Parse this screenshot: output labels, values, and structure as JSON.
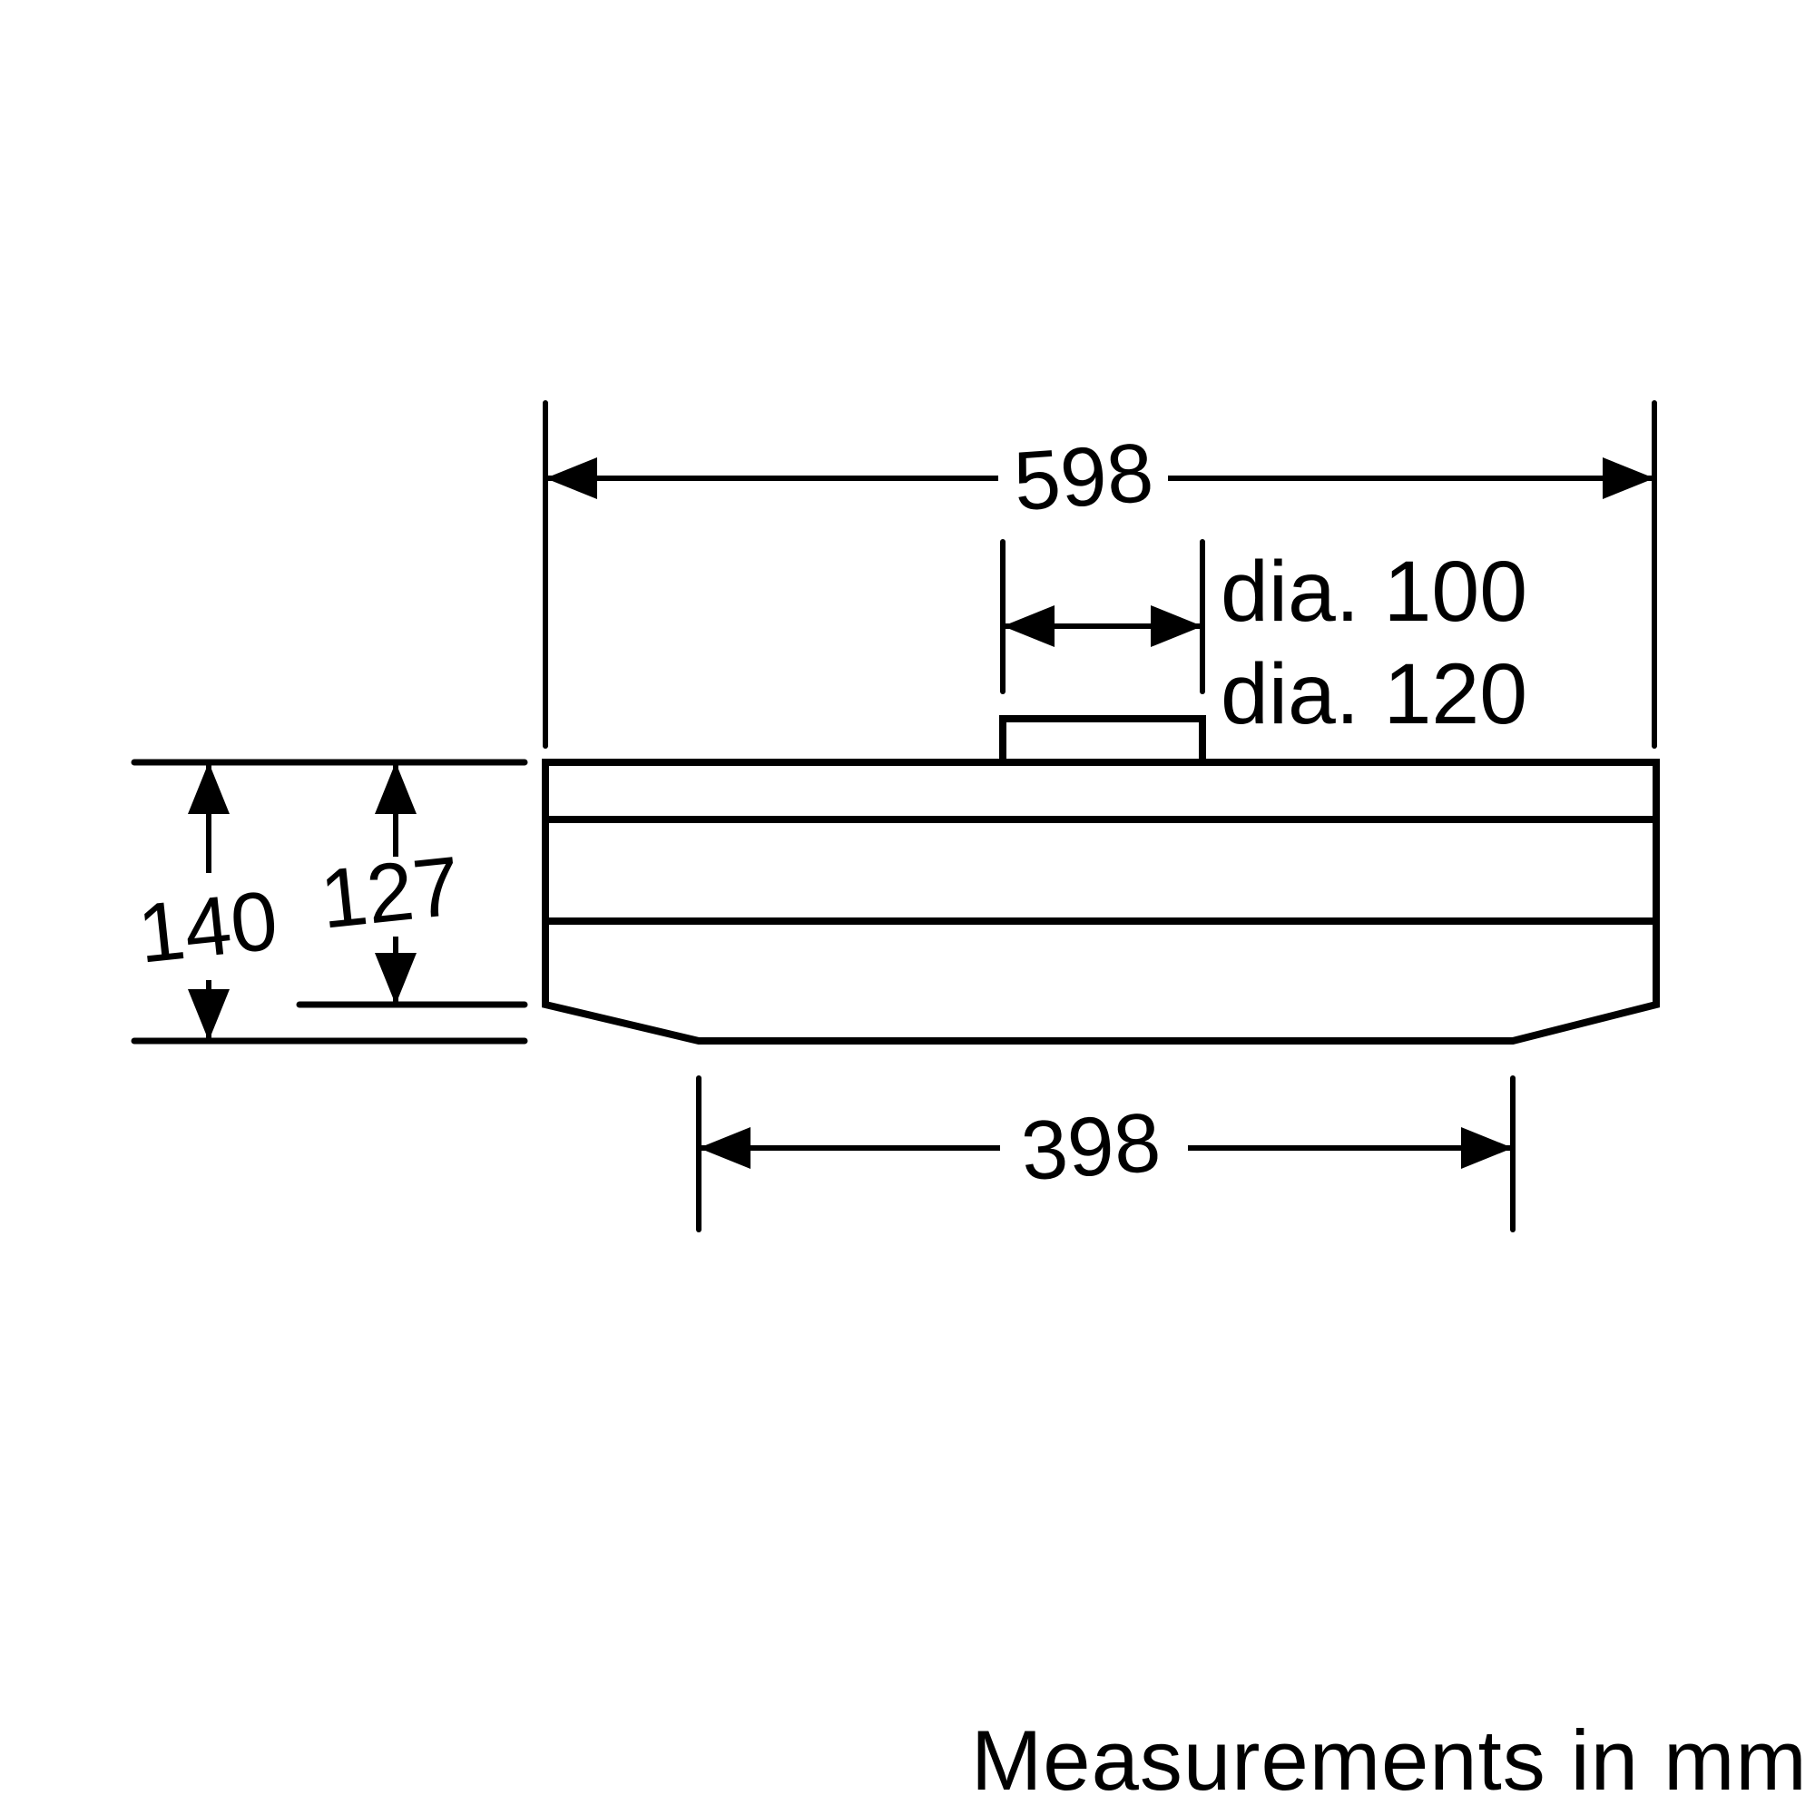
{
  "canvas": {
    "background": "#ffffff",
    "ink": "#000000"
  },
  "dimensions": {
    "overall_width": {
      "value": "598"
    },
    "bottom_width": {
      "value": "398"
    },
    "overall_height": {
      "value": "140"
    },
    "body_height": {
      "value": "127"
    },
    "duct": {
      "line1": "dia. 100",
      "line2": "dia. 120"
    }
  },
  "footer": {
    "note": "Measurements in mm"
  }
}
